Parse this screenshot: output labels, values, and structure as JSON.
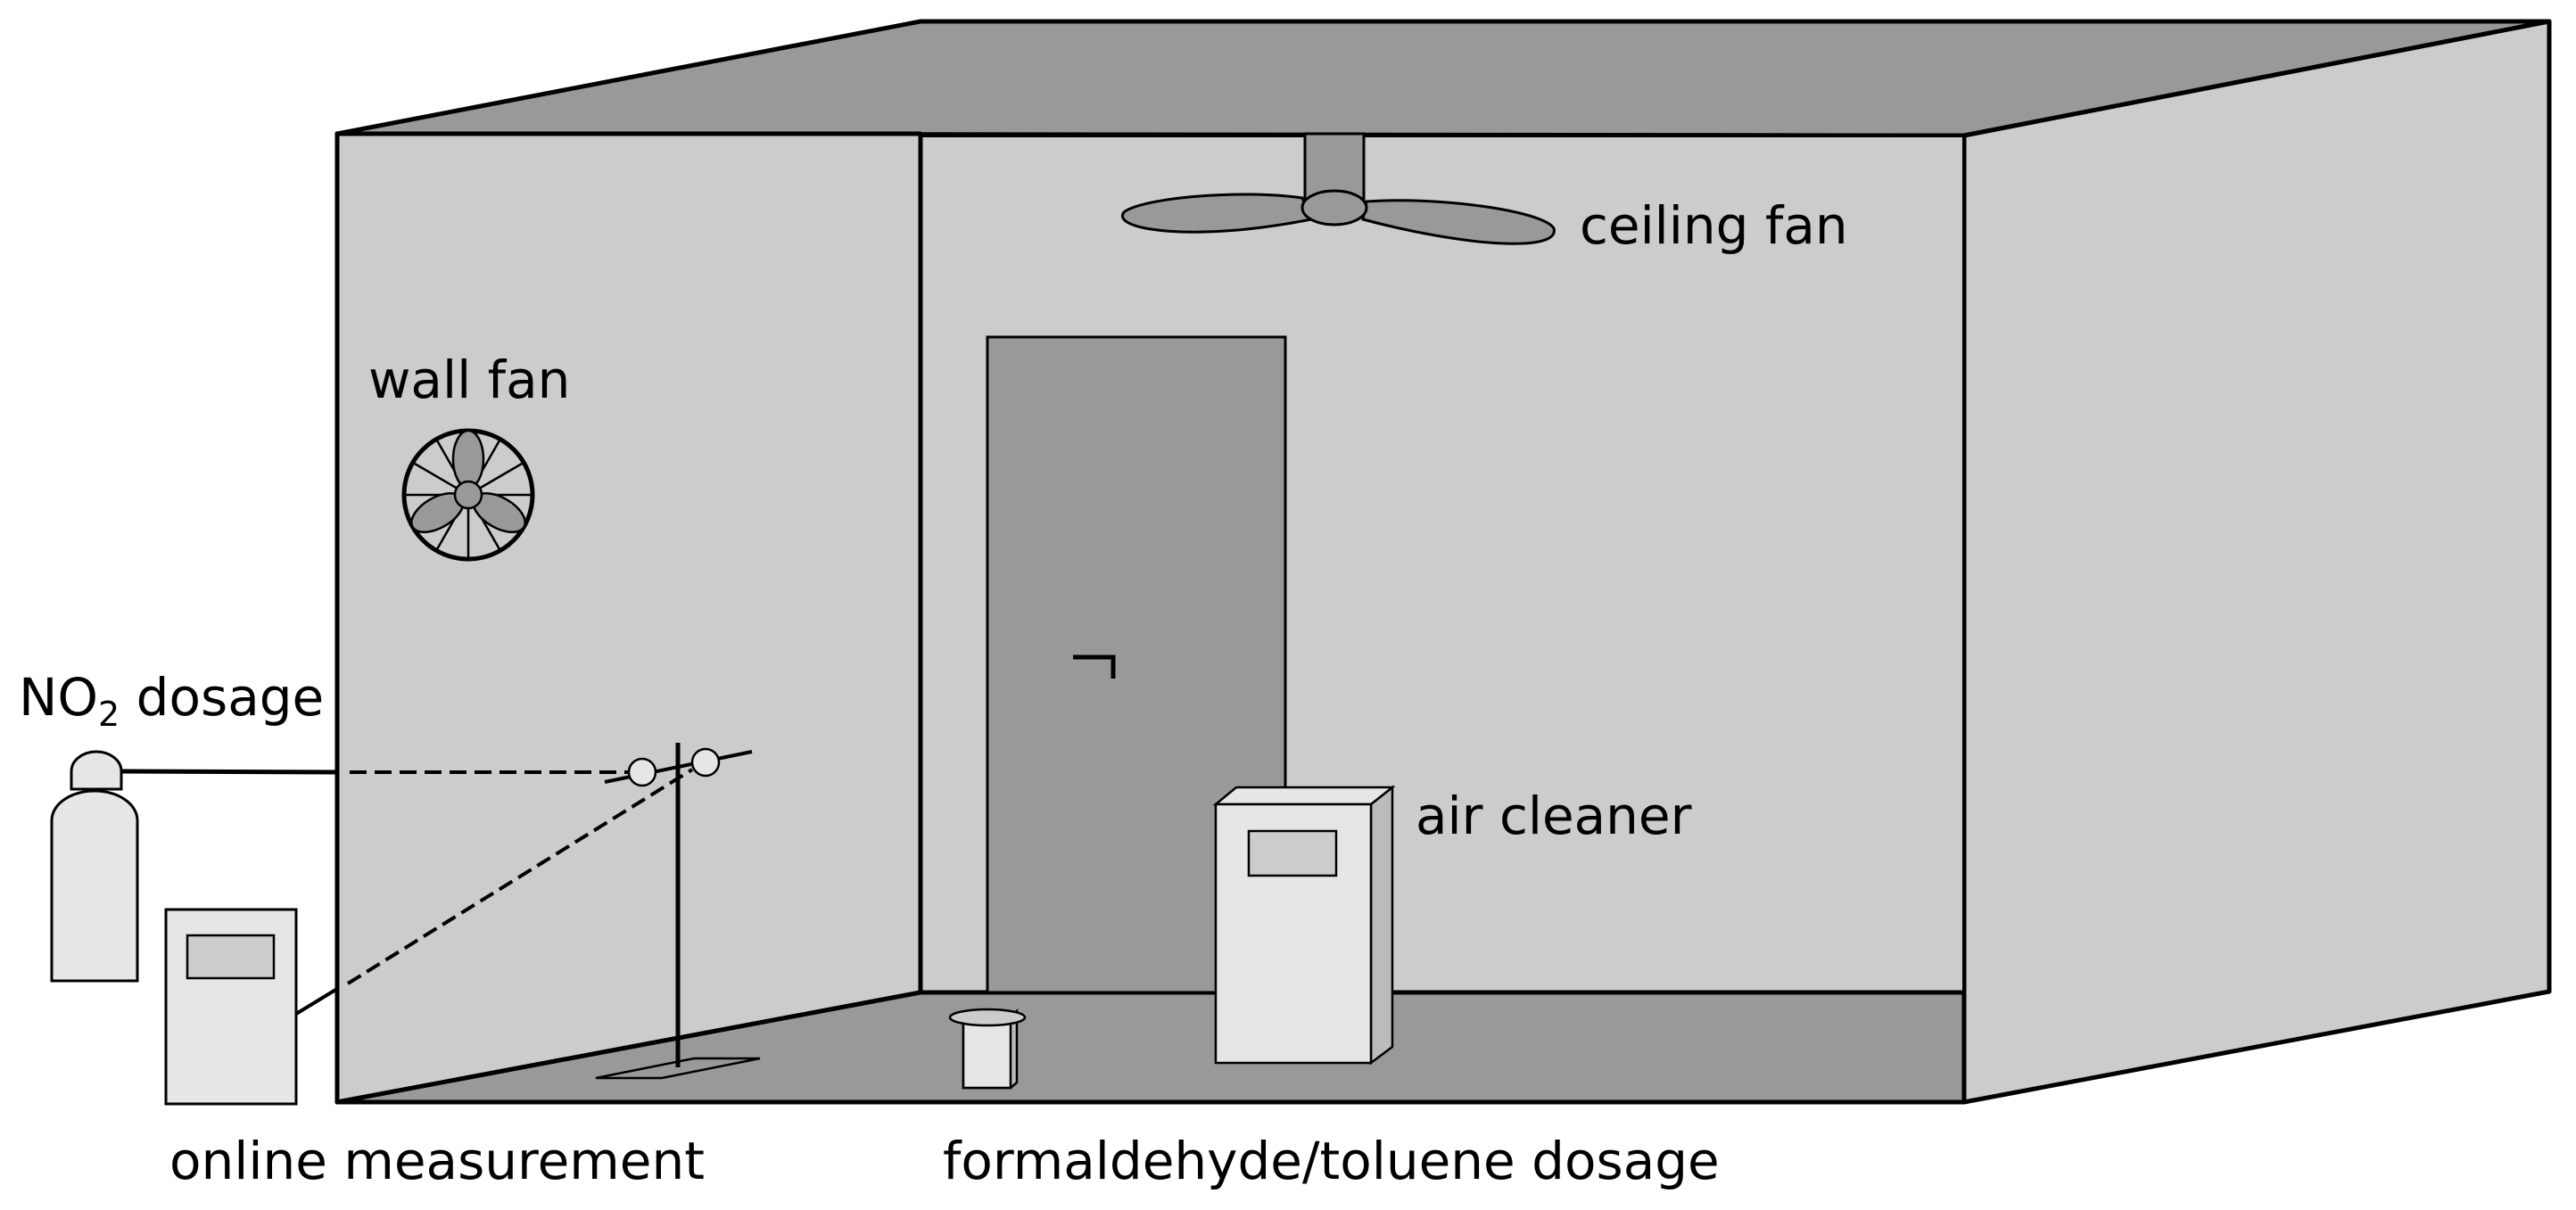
{
  "labels": {
    "ceiling_fan": "ceiling fan",
    "wall_fan": "wall fan",
    "no2_prefix": "NO",
    "no2_subscript": "2",
    "no2_suffix": " dosage",
    "air_cleaner": "air cleaner",
    "online_measurement": "online measurement",
    "formaldehyde_toluene": "formaldehyde/toluene dosage"
  },
  "colors": {
    "ceiling": "#999999",
    "walls": "#cccccc",
    "floor": "#999999",
    "door": "#999999",
    "device_body": "#e6e6e6",
    "device_side": "#bbbbbb",
    "device_panel": "#cccccc",
    "outline": "#000000"
  },
  "icons": {
    "ceiling_fan": "ceiling-fan-icon",
    "wall_fan": "wall-fan-icon",
    "gas_cylinder": "gas-cylinder-icon",
    "air_cleaner": "air-cleaner-icon",
    "analyzer": "gas-analyzer-icon",
    "dosing_beaker": "beaker-icon"
  }
}
